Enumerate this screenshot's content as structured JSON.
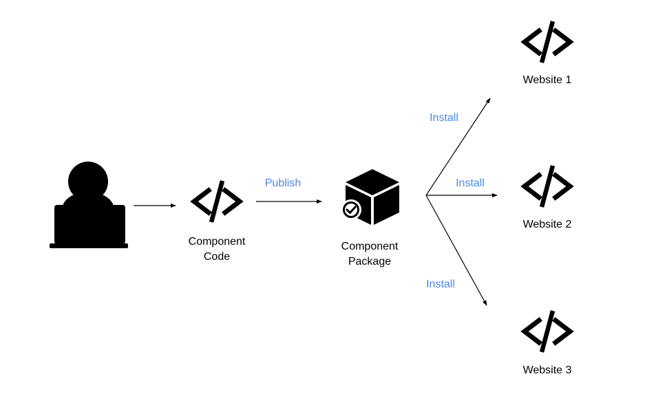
{
  "colors": {
    "foreground": "#000000",
    "edge_label": "#4a86e8",
    "background": "#ffffff"
  },
  "nodes": {
    "developer": {
      "icon": "developer-laptop-icon"
    },
    "component_code": {
      "icon": "code-icon",
      "label_line1": "Component",
      "label_line2": "Code"
    },
    "component_package": {
      "icon": "package-check-icon",
      "label_line1": "Component",
      "label_line2": "Package"
    },
    "website_1": {
      "icon": "code-icon",
      "label": "Website 1"
    },
    "website_2": {
      "icon": "code-icon",
      "label": "Website 2"
    },
    "website_3": {
      "icon": "code-icon",
      "label": "Website 3"
    }
  },
  "edges": {
    "publish": {
      "label": "Publish"
    },
    "install_1": {
      "label": "Install"
    },
    "install_2": {
      "label": "Install"
    },
    "install_3": {
      "label": "Install"
    }
  }
}
